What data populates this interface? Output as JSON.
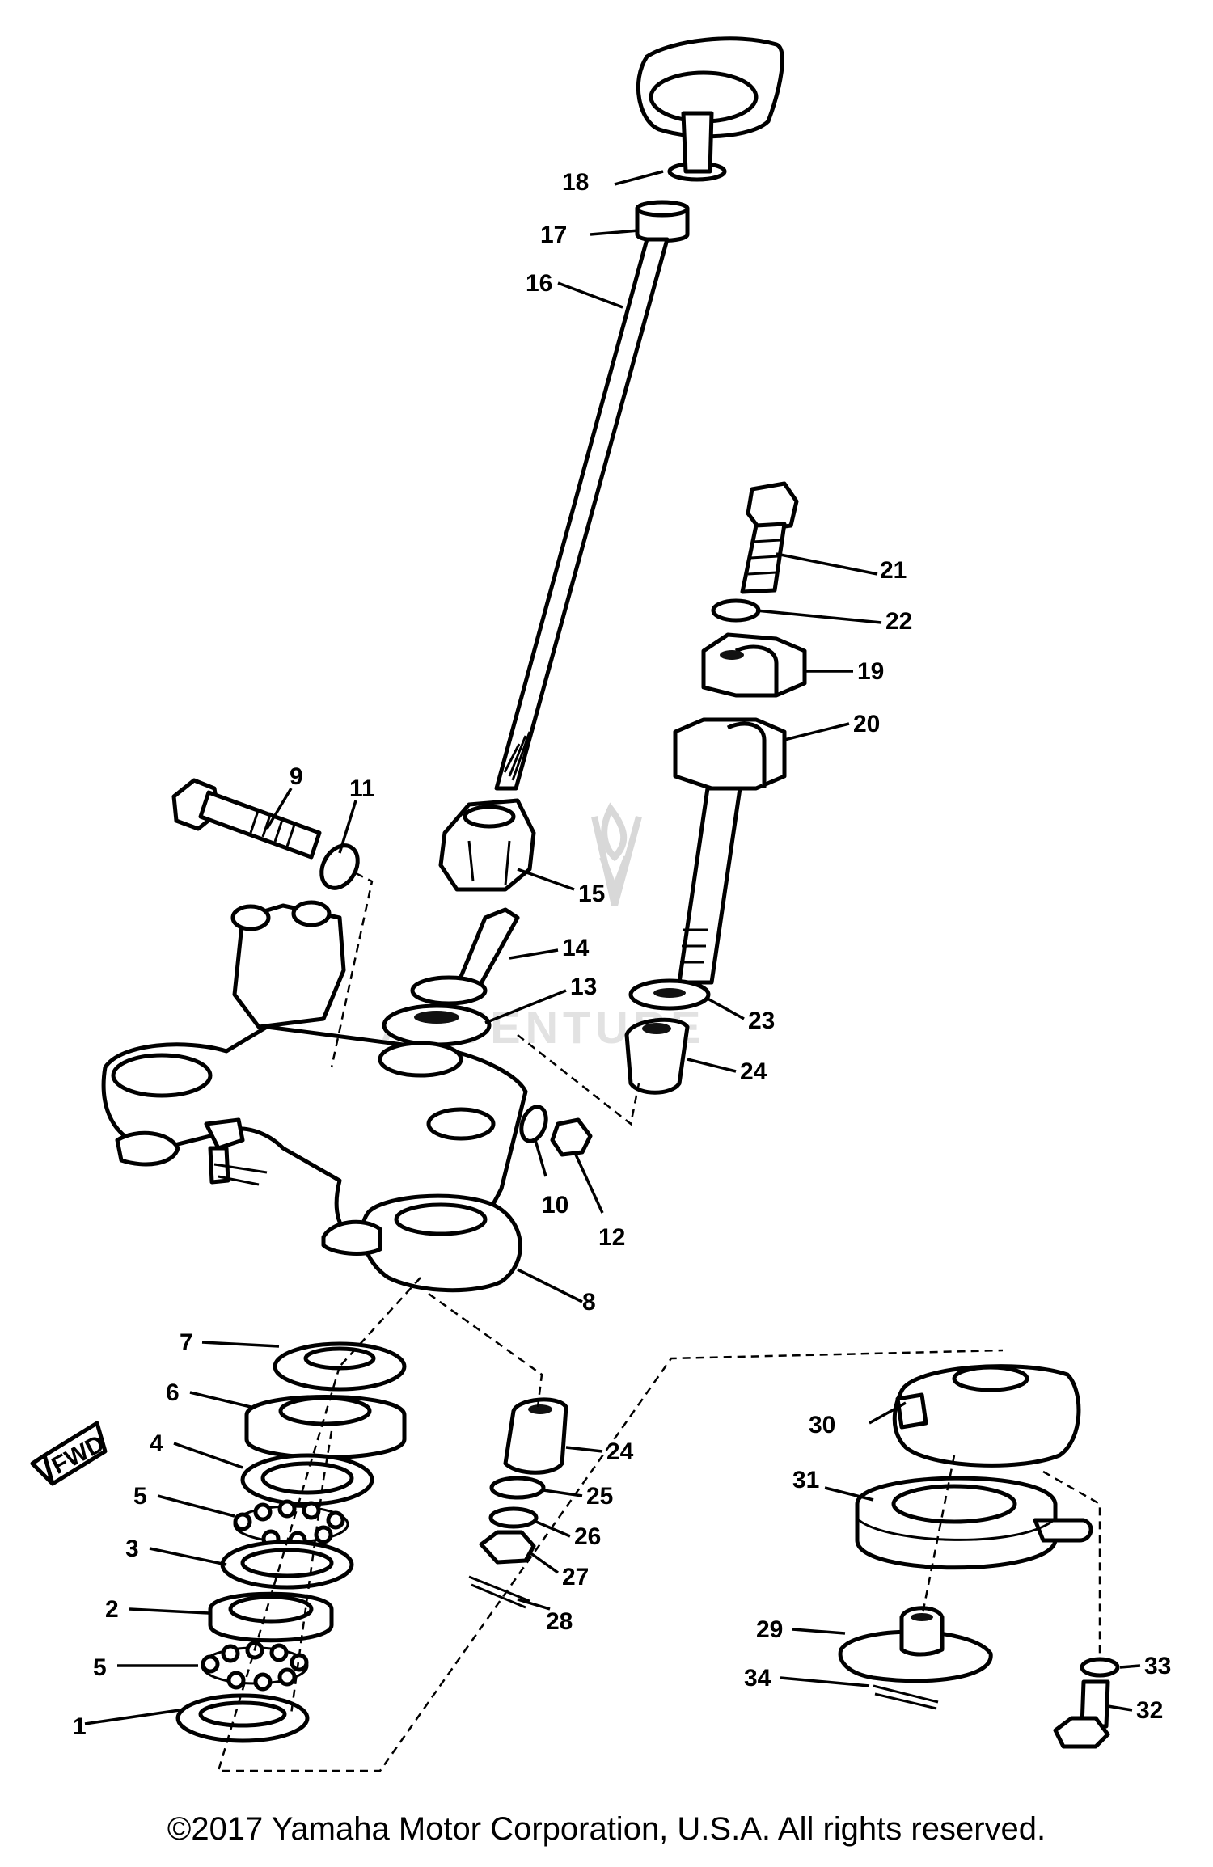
{
  "diagram": {
    "watermark": "ADVENTURE",
    "direction_badge": "FWD",
    "callouts": [
      "1",
      "2",
      "3",
      "4",
      "5",
      "5",
      "6",
      "7",
      "8",
      "9",
      "10",
      "11",
      "12",
      "13",
      "14",
      "15",
      "16",
      "17",
      "18",
      "19",
      "20",
      "21",
      "22",
      "23",
      "24",
      "24",
      "25",
      "26",
      "27",
      "28",
      "29",
      "30",
      "31",
      "32",
      "33",
      "34"
    ]
  },
  "footer": {
    "copyright": "©2017 Yamaha Motor Corporation, U.S.A. All rights reserved."
  }
}
